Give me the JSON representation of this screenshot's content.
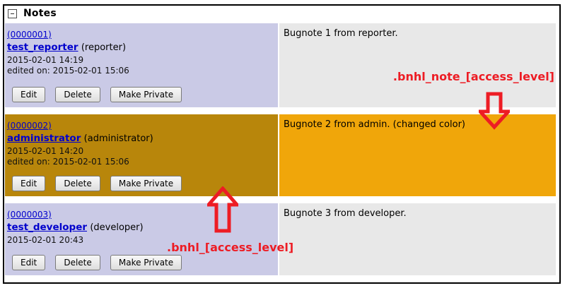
{
  "panel": {
    "title": "Notes"
  },
  "buttons": {
    "edit": "Edit",
    "delete": "Delete",
    "make_private": "Make Private"
  },
  "annotations": {
    "note_class_label": ".bnhl_note_[access_level]",
    "row_class_label": ".bnhl_[access_level]"
  },
  "colors": {
    "annotation_red": "#ed1c24",
    "link_blue": "#0000cc",
    "default_meta_bg": "#cacae6",
    "default_note_bg": "#e8e8e8",
    "highlight_meta_bg": "#b8860b",
    "highlight_note_bg": "#f0a60a"
  },
  "notes": [
    {
      "id": "(0000001)",
      "user": "test_reporter",
      "role": "(reporter)",
      "date": "2015-02-01 14:19",
      "edited": "edited on: 2015-02-01 15:06",
      "text": "Bugnote 1 from reporter.",
      "meta_bg": "#cacae6",
      "note_bg": "#e8e8e8"
    },
    {
      "id": "(0000002)",
      "user": "administrator",
      "role": "(administrator)",
      "date": "2015-02-01 14:20",
      "edited": "edited on: 2015-02-01 15:06",
      "text": "Bugnote 2 from admin. (changed color)",
      "meta_bg": "#b8860b",
      "note_bg": "#f0a60a"
    },
    {
      "id": "(0000003)",
      "user": "test_developer",
      "role": "(developer)",
      "date": "2015-02-01 20:43",
      "text": "Bugnote 3 from developer.",
      "meta_bg": "#cacae6",
      "note_bg": "#e8e8e8"
    }
  ]
}
